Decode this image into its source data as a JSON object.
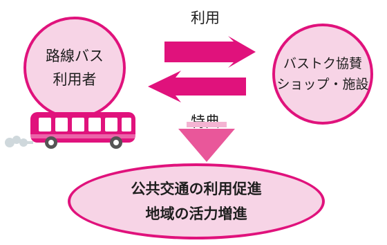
{
  "diagram": {
    "user_node": {
      "lines": [
        "路線バス",
        "利用者"
      ]
    },
    "shop_node": {
      "lines": [
        "バストク協賛",
        "ショップ・施設"
      ]
    },
    "arrow_use_label": "利用",
    "arrow_benefit_label": "特典",
    "goal_node": {
      "lines": [
        "公共交通の利用促進",
        "地域の活力増進"
      ]
    }
  },
  "colors": {
    "accent": "#e0127c",
    "node_fill": "#f7d4e6",
    "down_arrow": "#e9579a",
    "bus_body": "#e0127c",
    "exhaust": "#cfd8dc"
  },
  "icons": [
    "bus-icon",
    "exhaust-cloud-icon",
    "right-arrow-icon",
    "left-arrow-icon",
    "down-arrow-icon"
  ]
}
